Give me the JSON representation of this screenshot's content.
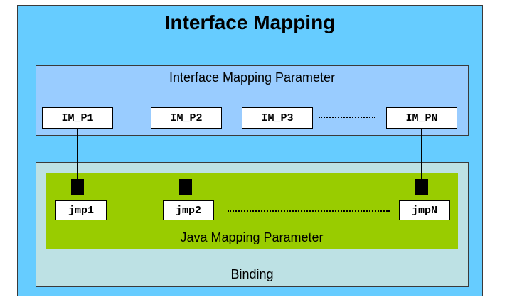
{
  "diagram": {
    "title": "Interface Mapping",
    "interface_params": {
      "label": "Interface Mapping Parameter",
      "items": [
        "IM_P1",
        "IM_P2",
        "IM_P3",
        "IM_PN"
      ]
    },
    "binding": {
      "label": "Binding",
      "java_params": {
        "label": "Java Mapping Parameter",
        "items": [
          "jmp1",
          "jmp2",
          "jmpN"
        ]
      }
    }
  }
}
